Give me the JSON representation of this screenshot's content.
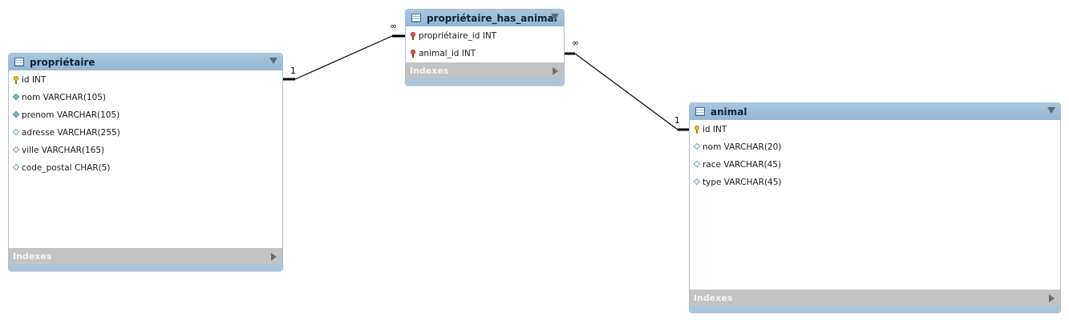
{
  "tables": {
    "proprietaire": {
      "title": "propriétaire",
      "columns": [
        {
          "key": "pk",
          "label": "id INT"
        },
        {
          "key": "attr-filled",
          "label": "nom VARCHAR(105)"
        },
        {
          "key": "attr-filled",
          "label": "prenom VARCHAR(105)"
        },
        {
          "key": "attr-empty",
          "label": "adresse VARCHAR(255)"
        },
        {
          "key": "attr-empty",
          "label": "ville VARCHAR(165)"
        },
        {
          "key": "attr-empty",
          "label": "code_postal CHAR(5)"
        }
      ],
      "indexes_label": "Indexes"
    },
    "join": {
      "title": "propriétaire_has_animal",
      "columns": [
        {
          "key": "fk",
          "label": "propriétaire_id INT"
        },
        {
          "key": "fk",
          "label": "animal_id INT"
        }
      ],
      "indexes_label": "Indexes"
    },
    "animal": {
      "title": "animal",
      "columns": [
        {
          "key": "pk",
          "label": "id INT"
        },
        {
          "key": "attr-empty",
          "label": "nom VARCHAR(20)"
        },
        {
          "key": "attr-empty",
          "label": "race VARCHAR(45)"
        },
        {
          "key": "attr-empty",
          "label": "type VARCHAR(45)"
        }
      ],
      "indexes_label": "Indexes"
    }
  },
  "relationships": [
    {
      "one_label": "1",
      "many_label": "∞"
    },
    {
      "one_label": "1",
      "many_label": "∞"
    }
  ],
  "icons": {
    "table": "table-icon",
    "primary_key": "primary-key-icon",
    "foreign_key": "foreign-key-icon",
    "column_filled": "column-diamond-filled-icon",
    "column_empty": "column-diamond-empty-icon",
    "collapse": "collapse-arrow-icon",
    "expand": "expand-arrow-icon"
  },
  "colors": {
    "header": "#a9c6de",
    "indexes_bar": "#c3c3c3",
    "primary_key": "#e8c21a",
    "foreign_key": "#e05a4b",
    "attribute": "#69c3d0"
  }
}
